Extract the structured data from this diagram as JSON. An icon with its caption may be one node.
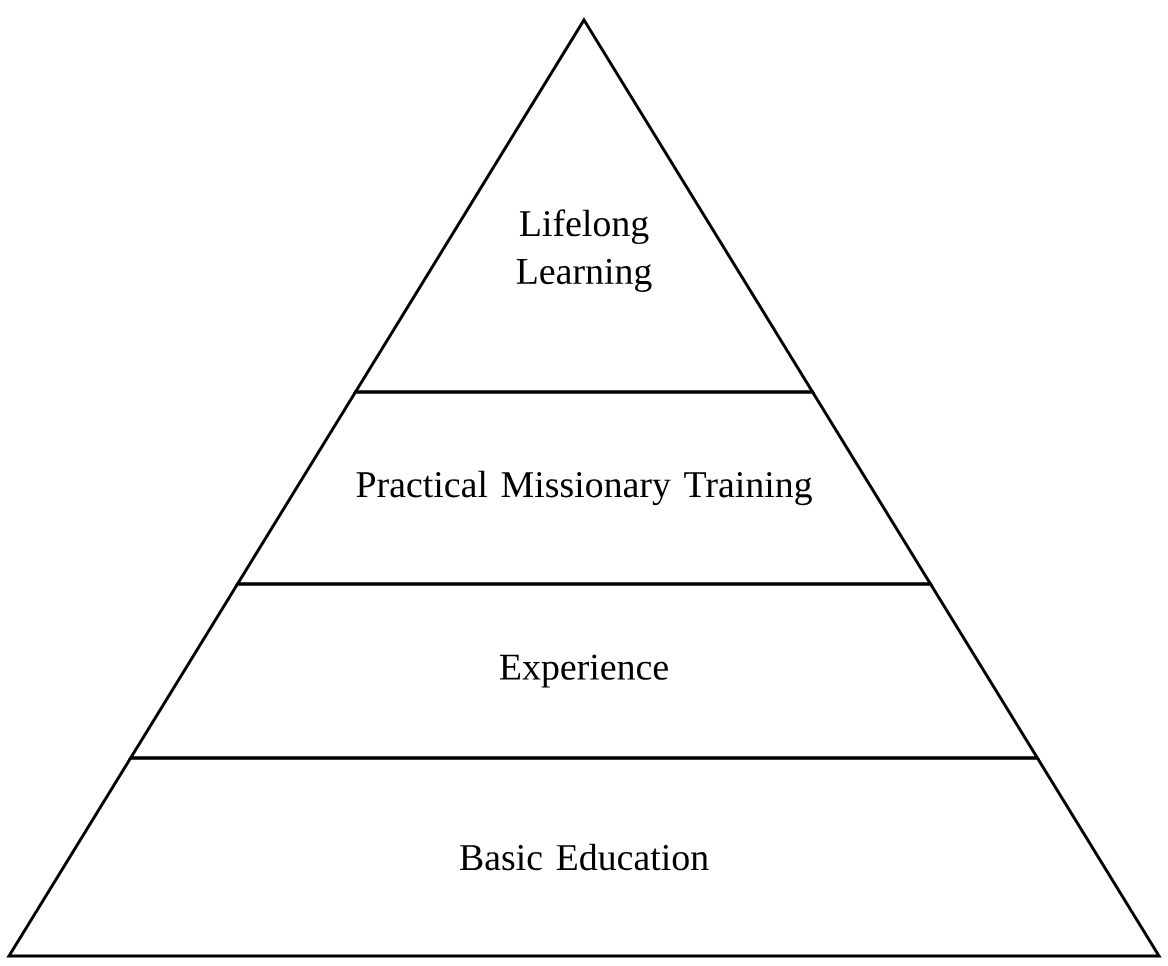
{
  "diagram": {
    "nodes": [
      {
        "text": [
          "Lifelong Learning"
        ]
      },
      {
        "text": [
          "Practical Missionary Training"
        ]
      },
      {
        "text": [
          "Experience"
        ]
      },
      {
        "text": [
          "Basic Education"
        ]
      }
    ]
  }
}
